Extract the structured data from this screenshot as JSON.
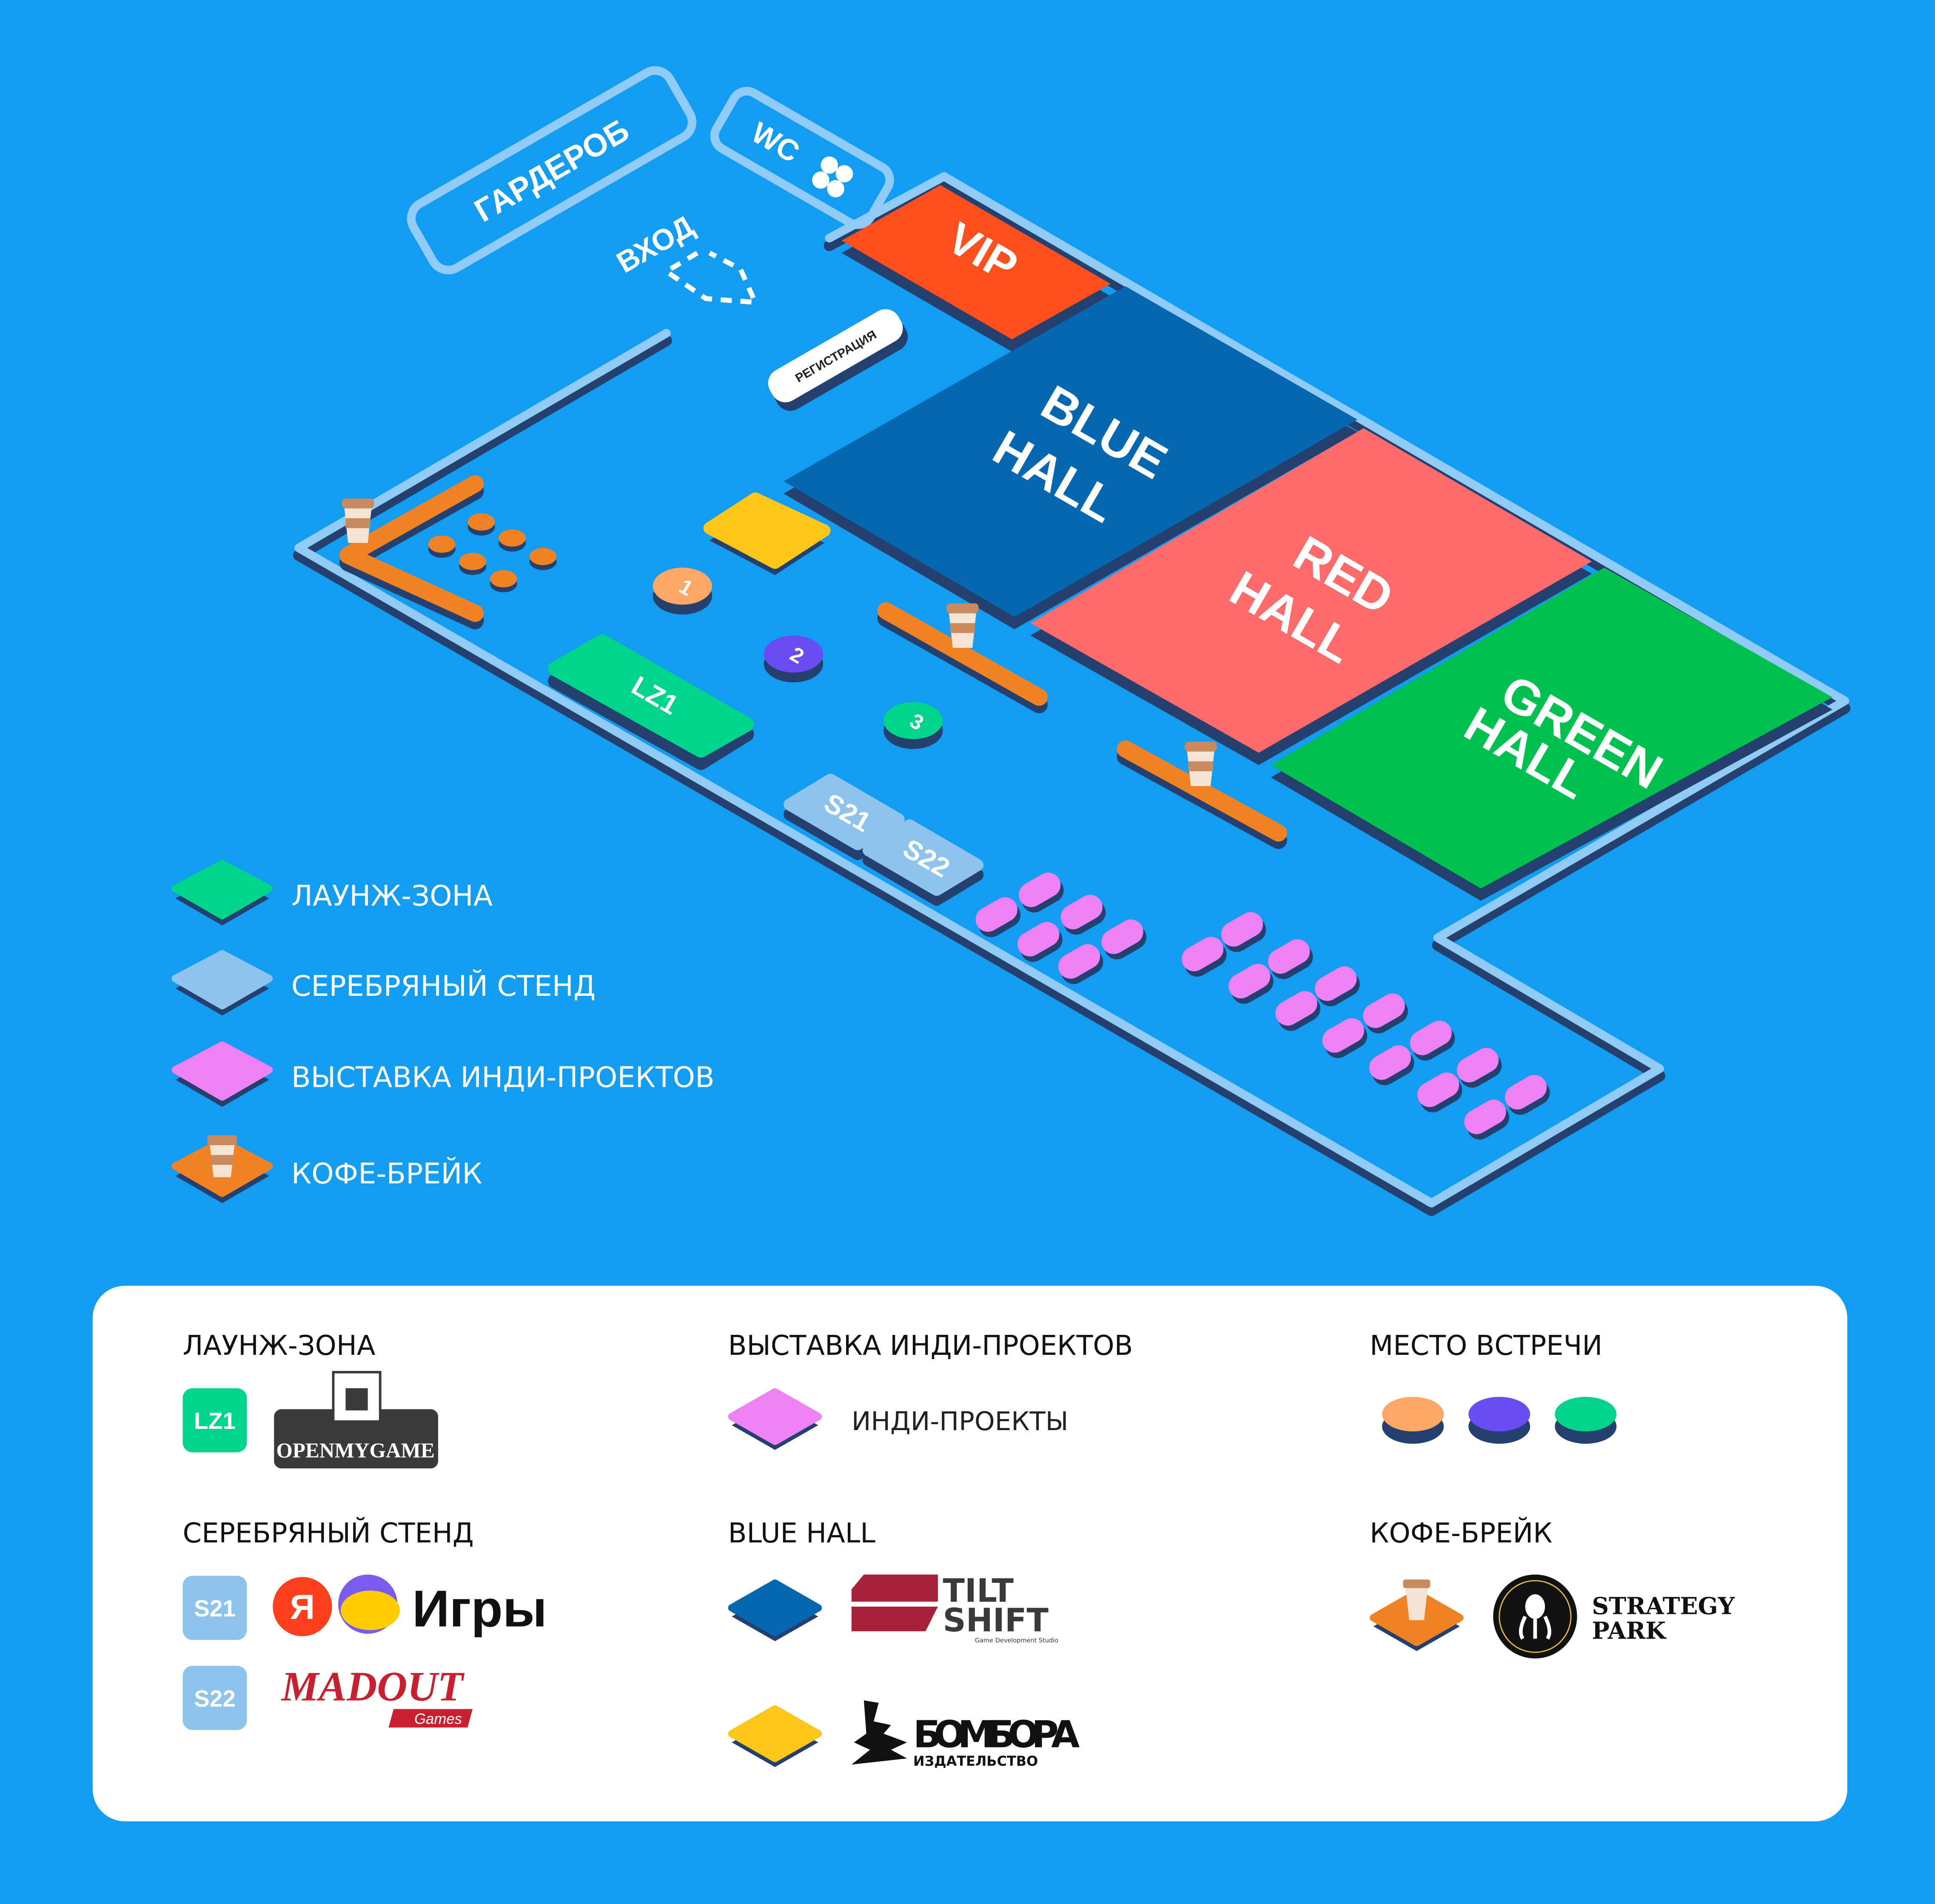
{
  "map": {
    "wardrobe": "ГАРДЕРОБ",
    "wc": "WC",
    "entrance": "ВХОД",
    "registration": "РЕГИСТРАЦИЯ",
    "halls": [
      {
        "name": "VIP",
        "color": "#FF4F1C"
      },
      {
        "name": "BLUE",
        "name2": "HALL",
        "color": "#0467B0"
      },
      {
        "name": "RED",
        "name2": "HALL",
        "color": "#FF6B6B"
      },
      {
        "name": "GREEN",
        "name2": "HALL",
        "color": "#00C150"
      }
    ],
    "lounge_stand": "LZ1",
    "silver_stands": [
      "S21",
      "S22"
    ],
    "meeting_points": [
      {
        "label": "1",
        "color": "#FFA866"
      },
      {
        "label": "2",
        "color": "#6A4DF2"
      },
      {
        "label": "3",
        "color": "#00D48A"
      }
    ]
  },
  "map_legend": [
    {
      "label": "ЛАУНЖ-ЗОНА",
      "color": "#00D48A"
    },
    {
      "label": "СЕРЕБРЯНЫЙ СТЕНД",
      "color": "#8EC3EE"
    },
    {
      "label": "ВЫСТАВКА ИНДИ-ПРОЕКТОВ",
      "color": "#EE82F5"
    },
    {
      "label": "КОФЕ-БРЕЙК",
      "color": "#F08224"
    }
  ],
  "card": {
    "lounge": {
      "title": "ЛАУНЖ-ЗОНА",
      "badge": "LZ1",
      "sponsor": "OPENMYGAME"
    },
    "silver": {
      "title": "СЕРЕБРЯНЫЙ СТЕНД",
      "badges": [
        "S21",
        "S22"
      ],
      "sponsor1_letter": "Я",
      "sponsor1": "Игры",
      "sponsor2": "MADOUT",
      "sponsor2_sub": "Games"
    },
    "indie": {
      "title": "ВЫСТАВКА ИНДИ-ПРОЕКТОВ",
      "item": "ИНДИ-ПРОЕКТЫ"
    },
    "blue_hall": {
      "title": "BLUE HALL",
      "sponsor1_line1": "TILT",
      "sponsor1_line2": "SHIFT",
      "sponsor1_sub": "Game Development Studio",
      "sponsor2": "БОМБОРА",
      "sponsor2_sub": "ИЗДАТЕЛЬСТВО"
    },
    "meeting": {
      "title": "МЕСТО ВСТРЕЧИ"
    },
    "coffee": {
      "title": "КОФЕ-БРЕЙК",
      "sponsor_line1": "STRATEGY",
      "sponsor_line2": "PARK"
    }
  }
}
